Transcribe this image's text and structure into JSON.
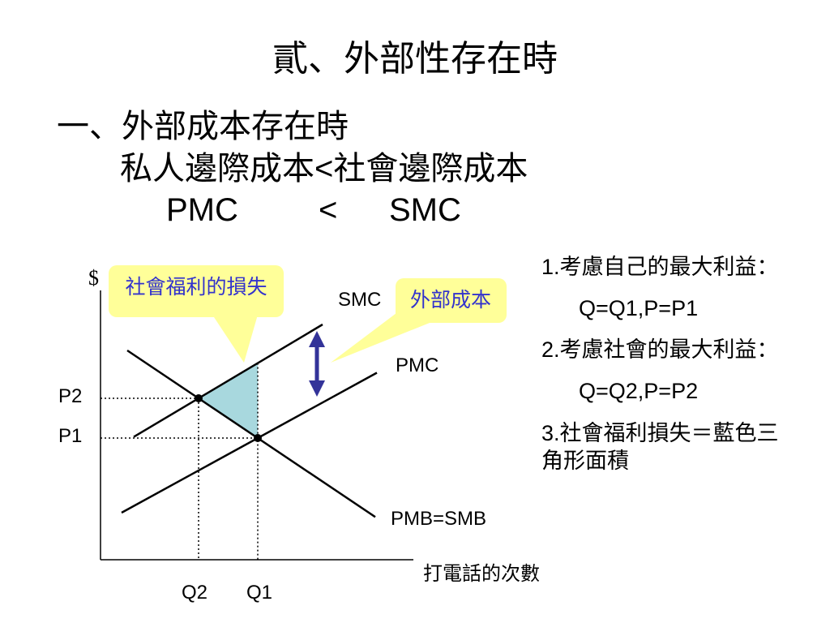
{
  "slide": {
    "title": "貳、外部性存在時",
    "heading": "一、外部成本存在時",
    "comparison_cn": "私人邊際成本<社會邊際成本",
    "comparison_en": {
      "left": "PMC",
      "operator": "<",
      "right": "SMC"
    }
  },
  "diagram": {
    "y_axis_label": "$",
    "x_axis_label": "打電話的次數",
    "curve_labels": {
      "smc": "SMC",
      "pmc": "PMC",
      "demand": "PMB=SMB"
    },
    "price_labels": {
      "p2": "P2",
      "p1": "P1"
    },
    "quantity_labels": {
      "q2": "Q2",
      "q1": "Q1"
    },
    "callouts": {
      "welfare_loss": "社會福利的損失",
      "external_cost": "外部成本"
    },
    "colors": {
      "welfare_loss_area": "#a8d8de",
      "external_cost_arrow": "#333399",
      "callout_fill": "#ffff99",
      "callout_text": "#3333cc"
    }
  },
  "notes": [
    {
      "text": "1.考慮自己的最大利益：",
      "result": "Q=Q1,P=P1"
    },
    {
      "text": "2.考慮社會的最大利益：",
      "result": "Q=Q2,P=P2"
    },
    {
      "lines": [
        "3.社會福利損失＝藍色三",
        "角形面積"
      ]
    }
  ]
}
